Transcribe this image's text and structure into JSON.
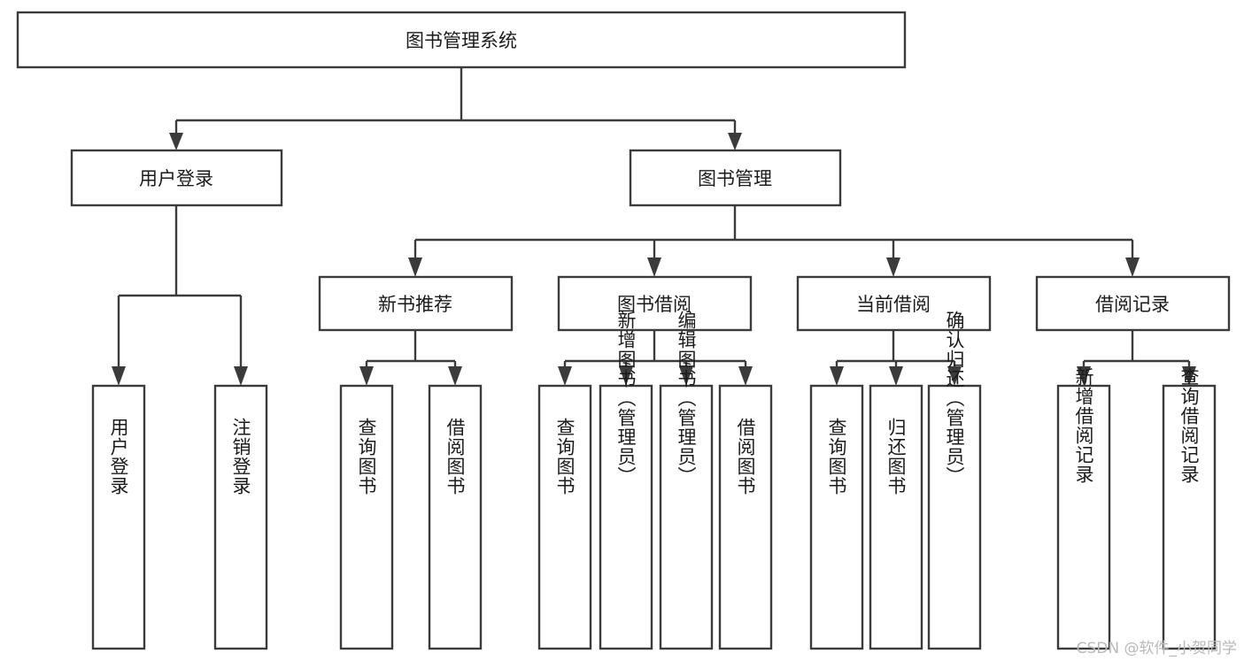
{
  "diagram": {
    "title": "图书管理系统",
    "type": "tree",
    "orientation": "top-down",
    "watermark": "CSDN @软件_小贺同学",
    "colors": {
      "background": "#ffffff",
      "box_stroke": "#3b3b3b",
      "box_fill": "#ffffff",
      "text": "#1b1b1b",
      "watermark": "#b9b9b9"
    },
    "nodes": {
      "root": {
        "label": "图书管理系统",
        "level": 1,
        "text_orientation": "horizontal"
      },
      "level2": [
        {
          "id": "user_login",
          "label": "用户登录",
          "text_orientation": "horizontal"
        },
        {
          "id": "book_manage",
          "label": "图书管理",
          "text_orientation": "horizontal"
        }
      ],
      "level3": [
        {
          "id": "new_book_rec",
          "label": "新书推荐",
          "parent": "book_manage",
          "text_orientation": "horizontal"
        },
        {
          "id": "book_borrow",
          "label": "图书借阅",
          "parent": "book_manage",
          "text_orientation": "horizontal"
        },
        {
          "id": "current_borrow",
          "label": "当前借阅",
          "parent": "book_manage",
          "text_orientation": "horizontal"
        },
        {
          "id": "borrow_record",
          "label": "借阅记录",
          "parent": "book_manage",
          "text_orientation": "horizontal"
        }
      ],
      "leaves": [
        {
          "id": "leaf_user_login",
          "label": "用户登录",
          "parent": "user_login",
          "text_orientation": "vertical"
        },
        {
          "id": "leaf_user_logout",
          "label": "注销登录",
          "parent": "user_login",
          "text_orientation": "vertical"
        },
        {
          "id": "leaf_query_book_1",
          "label": "查询图书",
          "parent": "new_book_rec",
          "text_orientation": "vertical"
        },
        {
          "id": "leaf_borrow_book_1",
          "label": "借阅图书",
          "parent": "new_book_rec",
          "text_orientation": "vertical"
        },
        {
          "id": "leaf_query_book_2",
          "label": "查询图书",
          "parent": "book_borrow",
          "text_orientation": "vertical"
        },
        {
          "id": "leaf_add_book",
          "label": "新增图书（管理员）",
          "parent": "book_borrow",
          "text_orientation": "vertical"
        },
        {
          "id": "leaf_edit_book",
          "label": "编辑图书（管理员）",
          "parent": "book_borrow",
          "text_orientation": "vertical"
        },
        {
          "id": "leaf_borrow_book_2",
          "label": "借阅图书",
          "parent": "book_borrow",
          "text_orientation": "vertical"
        },
        {
          "id": "leaf_query_book_3",
          "label": "查询图书",
          "parent": "current_borrow",
          "text_orientation": "vertical"
        },
        {
          "id": "leaf_return_book",
          "label": "归还图书",
          "parent": "current_borrow",
          "text_orientation": "vertical"
        },
        {
          "id": "leaf_confirm_return",
          "label": "确认归还（管理员）",
          "parent": "current_borrow",
          "text_orientation": "vertical"
        },
        {
          "id": "leaf_add_record",
          "label": "新增借阅记录",
          "parent": "borrow_record",
          "text_orientation": "vertical"
        },
        {
          "id": "leaf_query_record",
          "label": "查询借阅记录",
          "parent": "borrow_record",
          "text_orientation": "vertical"
        }
      ]
    }
  }
}
